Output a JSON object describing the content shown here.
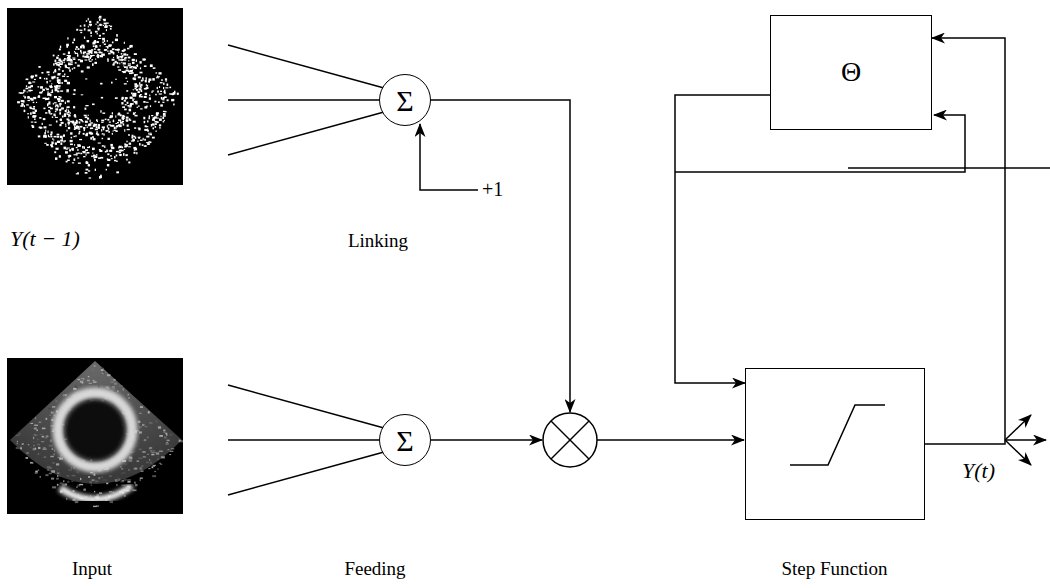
{
  "diagram": {
    "nodes": [
      {
        "text": [
          "Σ"
        ]
      },
      {
        "text": [
          "Θ"
        ]
      },
      {
        "text": [
          "Σ"
        ]
      },
      {
        "text": [
          "Step Function"
        ]
      }
    ],
    "edges": [
      {
        "from": 1,
        "to": 3,
        "arrow": "to"
      },
      {
        "from": 3,
        "to": 1,
        "arrow": "to"
      }
    ],
    "labels": [
      "Y(t − 1)",
      "Linking",
      "+1",
      "Input",
      "Feeding",
      "Y(t)"
    ]
  }
}
